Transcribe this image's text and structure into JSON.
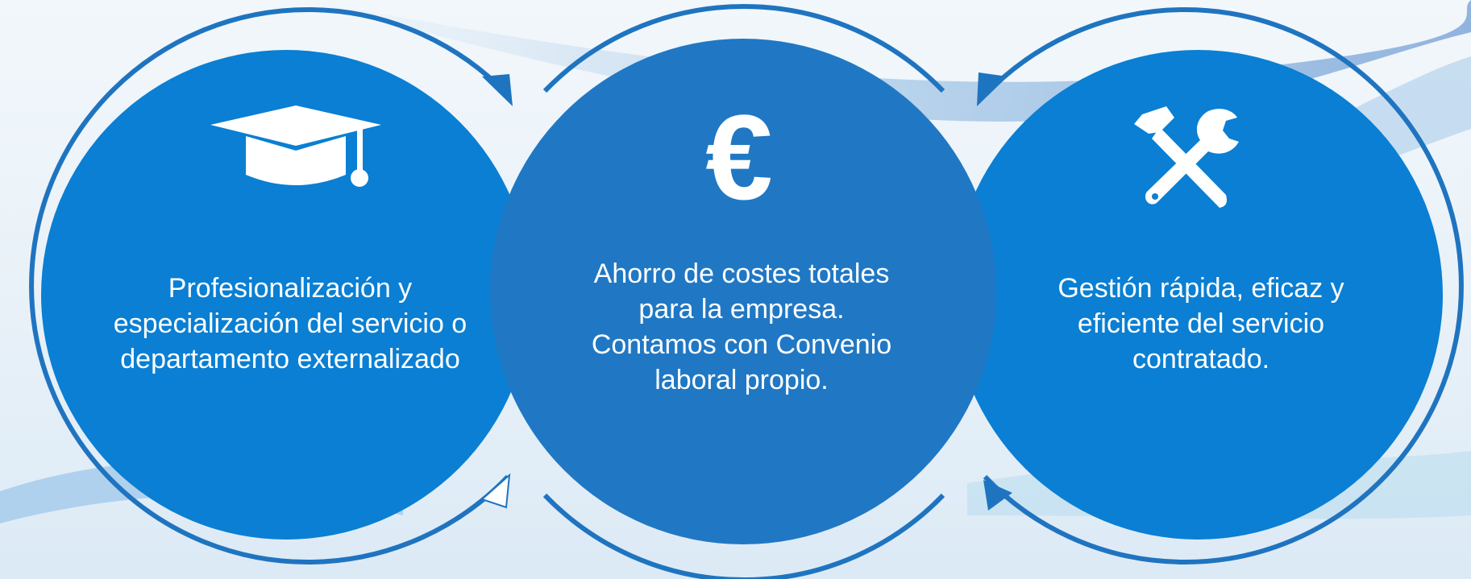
{
  "colors": {
    "circle_side": "#0a7fd3",
    "circle_middle": "#2078c4",
    "ring": "#1f74c0",
    "icon": "#ffffff"
  },
  "items": [
    {
      "icon": "graduation-cap-icon",
      "lines": [
        "Profesionalización y",
        "especialización del servicio o",
        "departamento externalizado"
      ]
    },
    {
      "icon": "euro-icon",
      "glyph": "€",
      "lines": [
        "Ahorro de costes totales",
        "para la empresa.",
        "Contamos con Convenio",
        "laboral propio."
      ]
    },
    {
      "icon": "tools-icon",
      "lines": [
        "Gestión rápida, eficaz y",
        "eficiente del servicio",
        "contratado."
      ]
    }
  ]
}
